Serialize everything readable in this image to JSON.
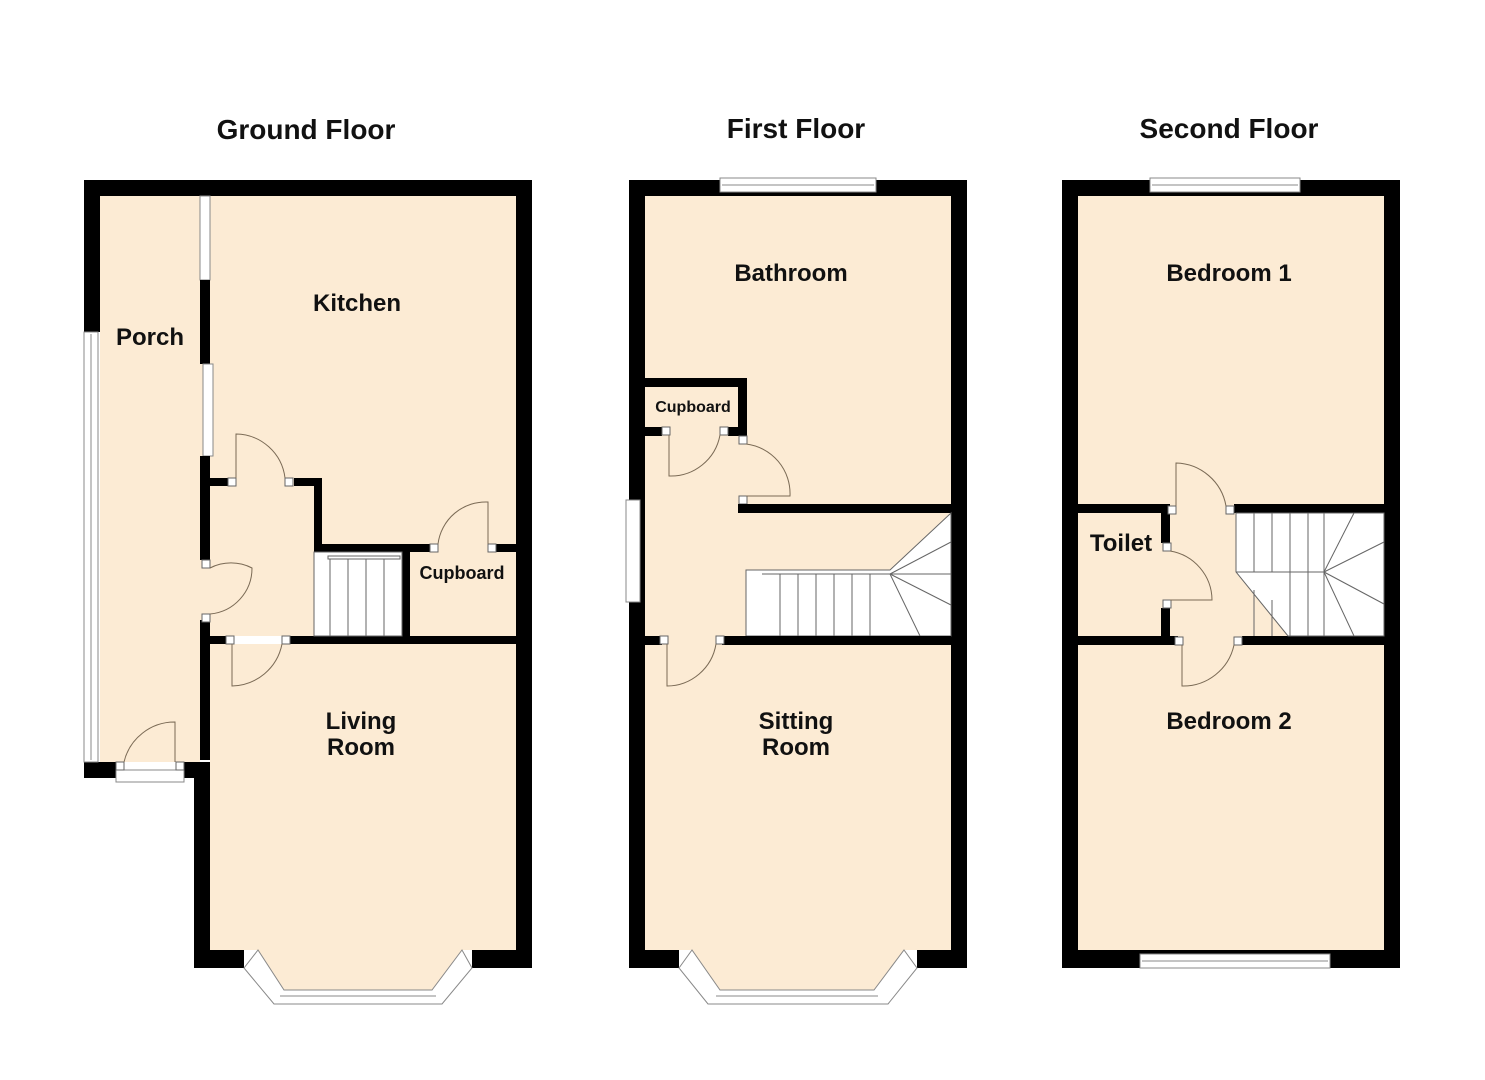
{
  "floors": [
    {
      "title": "Ground Floor",
      "rooms": [
        {
          "name": "Porch"
        },
        {
          "name": "Kitchen"
        },
        {
          "name": "Cupboard"
        },
        {
          "name_line1": "Living",
          "name_line2": "Room"
        }
      ]
    },
    {
      "title": "First Floor",
      "rooms": [
        {
          "name": "Bathroom"
        },
        {
          "name": "Cupboard"
        },
        {
          "name_line1": "Sitting",
          "name_line2": "Room"
        }
      ]
    },
    {
      "title": "Second Floor",
      "rooms": [
        {
          "name": "Bedroom 1"
        },
        {
          "name": "Toilet"
        },
        {
          "name": "Bedroom 2"
        }
      ]
    }
  ],
  "colors": {
    "floor_fill": "#fcebd4",
    "wall": "#000000",
    "background": "#ffffff"
  }
}
